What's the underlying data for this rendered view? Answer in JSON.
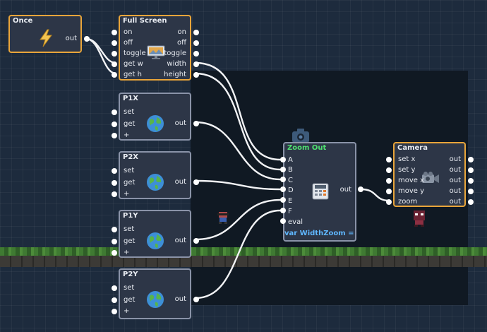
{
  "colors": {
    "background": "#1d2b3d",
    "node_body": "#2d3647",
    "event_border": "#e9a53a",
    "node_border": "#8a93a8",
    "wire": "#f2f3f5",
    "expression": "#5fb7ff",
    "title_green": "#4fe070"
  },
  "nodes": {
    "once": {
      "title": "Once",
      "icon": "lightning-icon",
      "outputs": [
        "out"
      ]
    },
    "full_screen": {
      "title": "Full Screen",
      "icon": "monitor-icon",
      "inputs": [
        "on",
        "off",
        "toggle",
        "get w",
        "get h"
      ],
      "outputs": [
        "on",
        "off",
        "toggle",
        "width",
        "height"
      ]
    },
    "p1x": {
      "title": "P1X",
      "icon": "globe-icon",
      "inputs": [
        "set",
        "get",
        "+"
      ],
      "outputs": [
        "out"
      ]
    },
    "p2x": {
      "title": "P2X",
      "icon": "globe-icon",
      "inputs": [
        "set",
        "get",
        "+"
      ],
      "outputs": [
        "out"
      ]
    },
    "p1y": {
      "title": "P1Y",
      "icon": "globe-icon",
      "inputs": [
        "set",
        "get",
        "+"
      ],
      "outputs": [
        "out"
      ]
    },
    "p2y": {
      "title": "P2Y",
      "icon": "globe-icon",
      "inputs": [
        "set",
        "get",
        "+"
      ],
      "outputs": [
        "out"
      ]
    },
    "zoom_out": {
      "title": "Zoom Out",
      "icon": "calculator-icon",
      "inputs": [
        "A",
        "B",
        "C",
        "D",
        "E",
        "F",
        "eval"
      ],
      "outputs": [
        "out"
      ],
      "expression": "var WidthZoom = A/("
    },
    "camera": {
      "title": "Camera",
      "icon": "video-camera-icon",
      "inputs": [
        "set x",
        "set y",
        "move x",
        "move y",
        "zoom"
      ],
      "outputs": [
        "out",
        "out",
        "out",
        "out",
        "out"
      ]
    }
  },
  "scene": {
    "camera_object_icon": "camera-icon",
    "sprites": [
      "player-one-sprite",
      "player-two-sprite"
    ]
  }
}
